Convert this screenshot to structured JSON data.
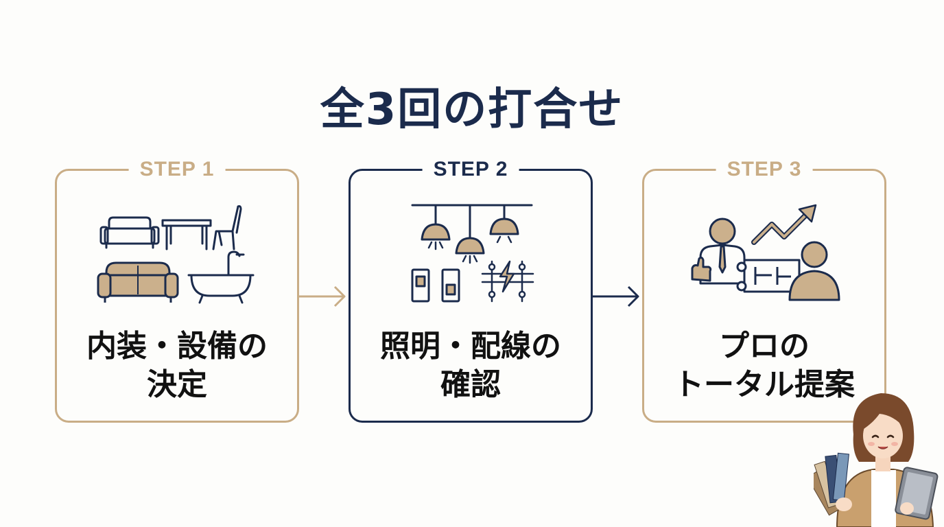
{
  "title": "全3回の打合せ",
  "colors": {
    "navy": "#1b2b4c",
    "beige": "#c9ad86",
    "fill_beige": "#cbb08c",
    "text": "#111111",
    "background": "#fdfdfb"
  },
  "steps": [
    {
      "label": "STEP 1",
      "lines": [
        "内装・設備の",
        "決定"
      ],
      "icon": "furniture-icon",
      "border_color": "#c9ad86",
      "label_color": "#c9ad86"
    },
    {
      "label": "STEP 2",
      "lines": [
        "照明・配線の",
        "確認"
      ],
      "icon": "lighting-wiring-icon",
      "border_color": "#1b2b4c",
      "label_color": "#1b2b4c"
    },
    {
      "label": "STEP 3",
      "lines": [
        "プロの",
        "トータル提案"
      ],
      "icon": "consultation-icon",
      "border_color": "#c9ad86",
      "label_color": "#c9ad86"
    }
  ]
}
